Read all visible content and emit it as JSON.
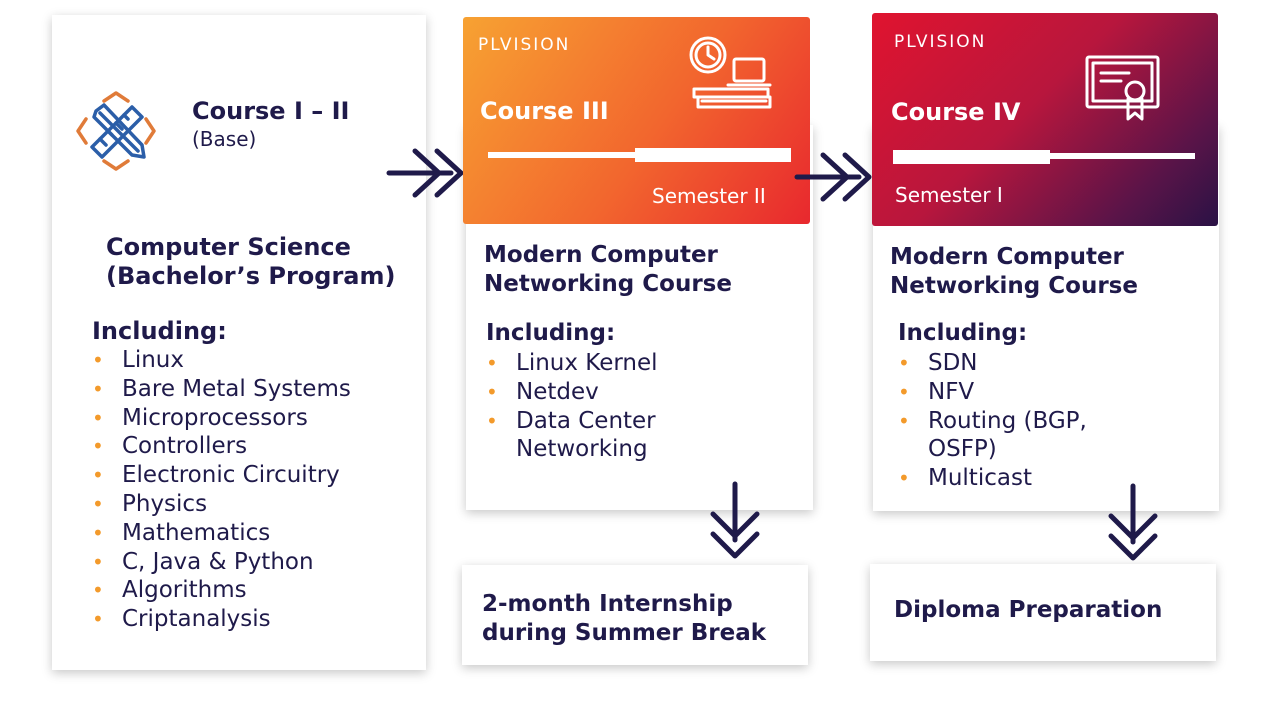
{
  "course12": {
    "title": "Course I – II",
    "subtitle": "(Base)",
    "program": "Computer Science\n(Bachelor’s Program)",
    "including_label": "Including:",
    "items": [
      "Linux",
      "Bare Metal Systems",
      "Microprocessors",
      "Controllers",
      "Electronic Circuitry",
      "Physics",
      "Mathematics",
      "C, Java & Python",
      "Algorithms",
      "Criptanalysis"
    ]
  },
  "course3": {
    "logo": "PLVISION",
    "title": "Course III",
    "semester": "Semester II",
    "heading": "Modern Computer\nNetworking Course",
    "including_label": "Including:",
    "items": [
      "Linux Kernel",
      "Netdev",
      "Data Center\nNetworking"
    ],
    "gradient": [
      "#f7a232",
      "#e8282e"
    ]
  },
  "course4": {
    "logo": "PLVISION",
    "title": "Course IV",
    "semester": "Semester I",
    "heading": "Modern Computer\nNetworking Course",
    "including_label": "Including:",
    "items": [
      "SDN",
      "NFV",
      "Routing (BGP,\nOSFP)",
      "Multicast"
    ],
    "gradient": [
      "#e0142f",
      "#2a1245"
    ]
  },
  "internship": {
    "text": "2-month Internship\nduring Summer Break"
  },
  "diploma": {
    "text": "Diploma Preparation"
  },
  "colors": {
    "navy": "#1f1a4a",
    "bullet": "#f39a2b",
    "icon_blue": "#2b5ea8",
    "icon_orange": "#e07b39"
  },
  "icons": [
    "ruler-pencil-icon",
    "clock-laptop-books-icon",
    "certificate-icon",
    "double-chevron-right-icon",
    "arrow-down-icon"
  ]
}
